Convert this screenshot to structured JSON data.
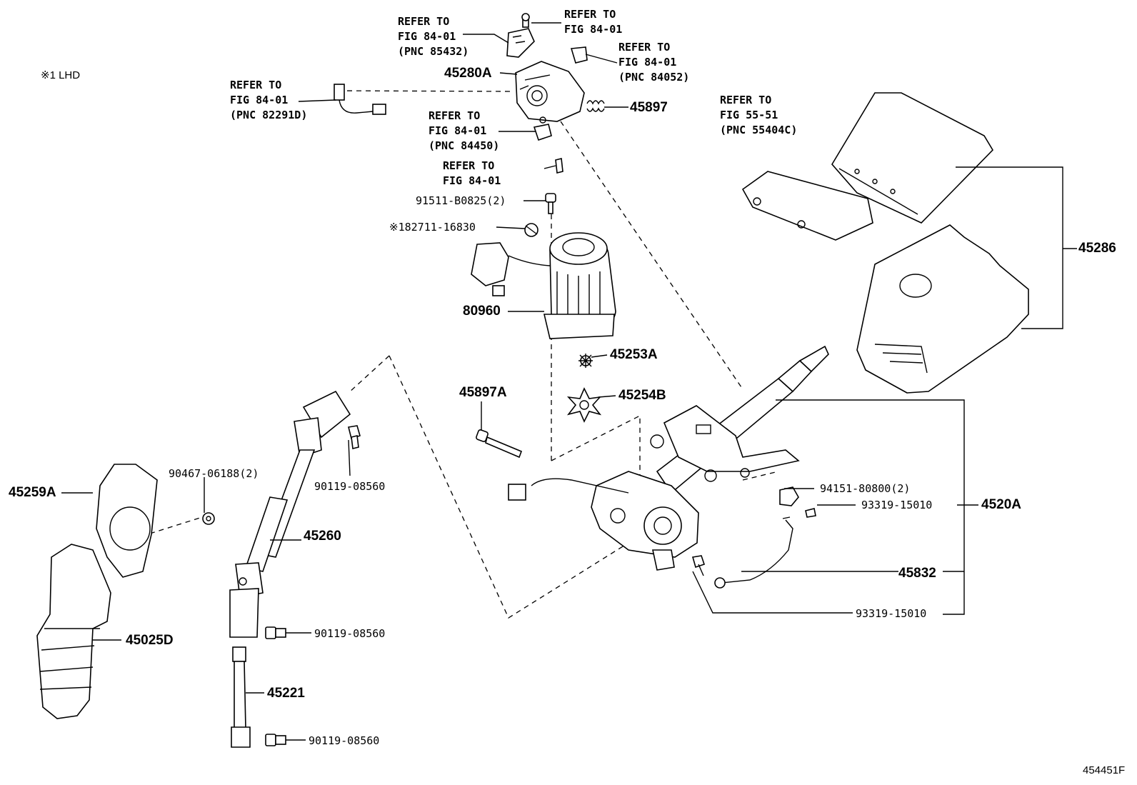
{
  "note": {
    "mark": "※1",
    "text": "LHD"
  },
  "refs": [
    {
      "line1": "REFER TO",
      "line2": "FIG 84-01",
      "line3": "(PNC 85432)"
    },
    {
      "line1": "REFER TO",
      "line2": "FIG 84-01",
      "line3": ""
    },
    {
      "line1": "REFER TO",
      "line2": "FIG 84-01",
      "line3": "(PNC 84052)"
    },
    {
      "line1": "REFER TO",
      "line2": "FIG 84-01",
      "line3": "(PNC 82291D)"
    },
    {
      "line1": "REFER TO",
      "line2": "FIG 84-01",
      "line3": "(PNC 84450)"
    },
    {
      "line1": "REFER TO",
      "line2": "FIG 84-01",
      "line3": ""
    },
    {
      "line1": "REFER TO",
      "line2": "FIG 55-51",
      "line3": "(PNC 55404C)"
    }
  ],
  "parts": {
    "p45280A": "45280A",
    "p45897": "45897",
    "p91511": "91511-B0825(2)",
    "p82711_mark": "※1",
    "p82711": "82711-16830",
    "p80960": "80960",
    "p45253A": "45253A",
    "p45254B": "45254B",
    "p45897A": "45897A",
    "p4528x": "45286",
    "p90467": "90467-06188(2)",
    "p90119a": "90119-08560",
    "p45259A": "45259A",
    "p45260": "45260",
    "p94151": "94151-80800(2)",
    "p93319a": "93319-15010",
    "p4520A": "4520A",
    "p45832": "45832",
    "p93319b": "93319-15010",
    "p90119b": "90119-08560",
    "p45025D": "45025D",
    "p45221": "45221",
    "p90119c": "90119-08560"
  },
  "figure_id": "454451F"
}
